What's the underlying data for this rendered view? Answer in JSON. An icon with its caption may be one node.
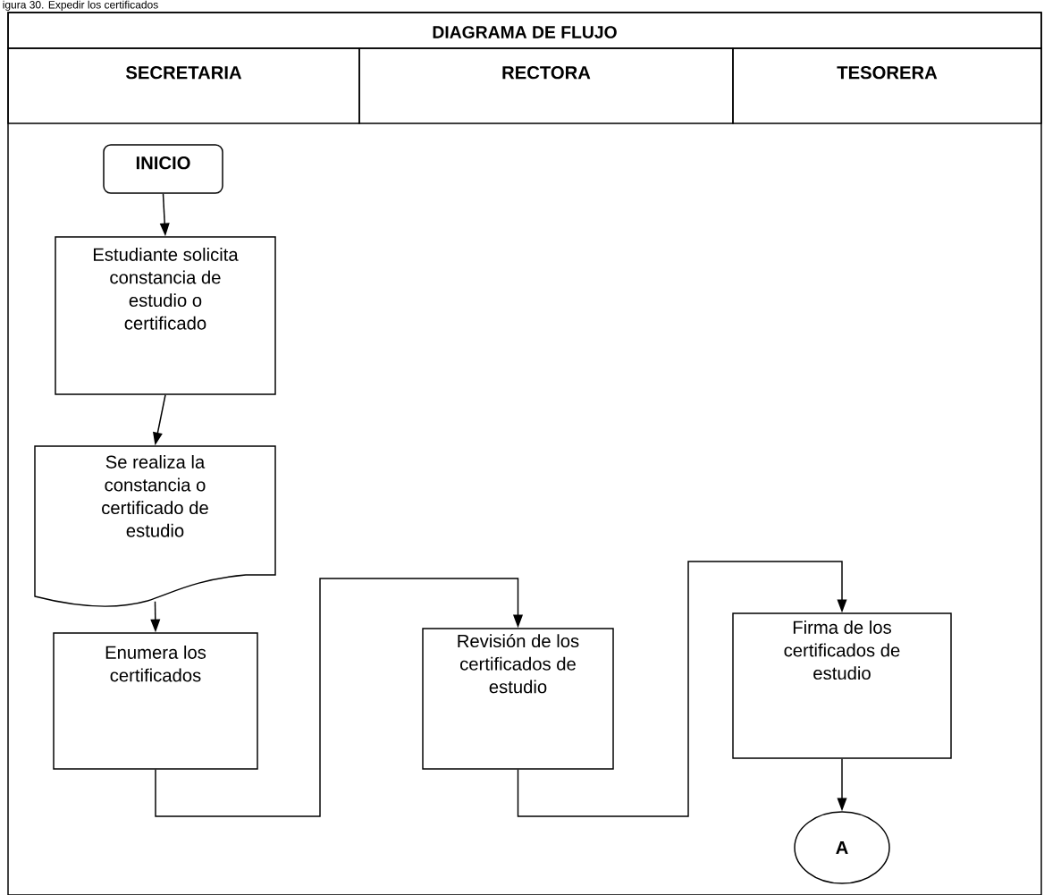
{
  "diagram": {
    "title": "DIAGRAMA DE FLUJO",
    "caption": "igura 30. Expedir los certificados",
    "nodes": [
      {
        "text": [
          "SECRETARIA"
        ]
      },
      {
        "text": [
          "RECTORA"
        ]
      },
      {
        "text": [
          "TESORERA"
        ]
      },
      {
        "text": [
          "INICIO"
        ]
      },
      {
        "text": [
          "Estudiante solicita constancia de estudio o certificado"
        ]
      },
      {
        "text": [
          "Se realiza la constancia o certificado de estudio"
        ]
      },
      {
        "text": [
          "Enumera los certificados"
        ]
      },
      {
        "text": [
          "Revisión de los certificados de estudio"
        ]
      },
      {
        "text": [
          "Firma de los certificados de estudio"
        ]
      },
      {
        "text": [
          "A"
        ]
      }
    ],
    "edges": [
      {
        "from": 3,
        "to": 4,
        "arrow": "to"
      },
      {
        "from": 4,
        "to": 5,
        "arrow": "to"
      },
      {
        "from": 5,
        "to": 6,
        "arrow": "to"
      },
      {
        "from": 6,
        "to": 7,
        "arrow": "to"
      },
      {
        "from": 7,
        "to": 8,
        "arrow": "to"
      },
      {
        "from": 8,
        "to": 9,
        "arrow": "to"
      }
    ]
  }
}
